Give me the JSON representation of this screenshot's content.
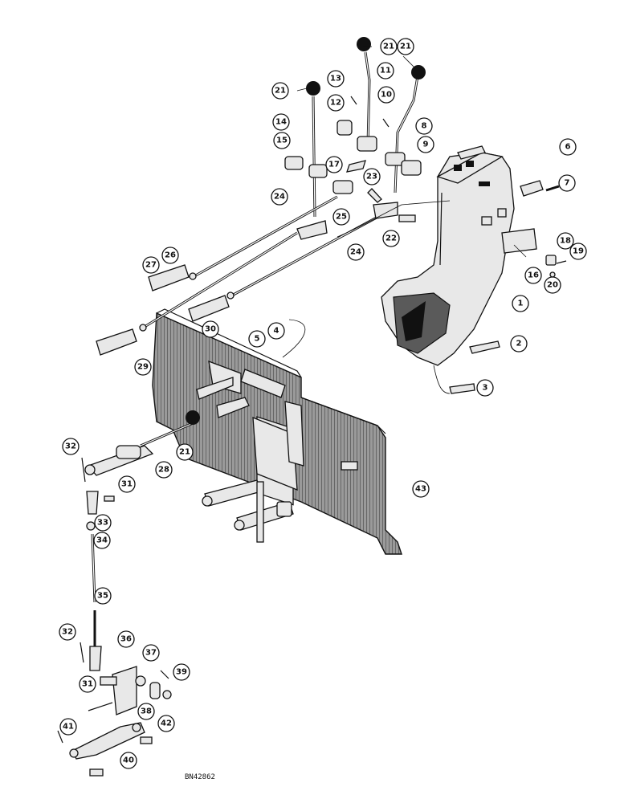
{
  "drawing_code": "BN42862",
  "callouts": [
    "21",
    "21",
    "21",
    "13",
    "11",
    "12",
    "10",
    "8",
    "14",
    "15",
    "9",
    "6",
    "17",
    "7",
    "23",
    "24",
    "25",
    "22",
    "26",
    "24",
    "18",
    "19",
    "27",
    "16",
    "20",
    "1",
    "30",
    "4",
    "5",
    "2",
    "29",
    "3",
    "21",
    "28",
    "32",
    "31",
    "43",
    "33",
    "34",
    "35",
    "32",
    "36",
    "37",
    "31",
    "39",
    "38",
    "41",
    "42",
    "40"
  ]
}
